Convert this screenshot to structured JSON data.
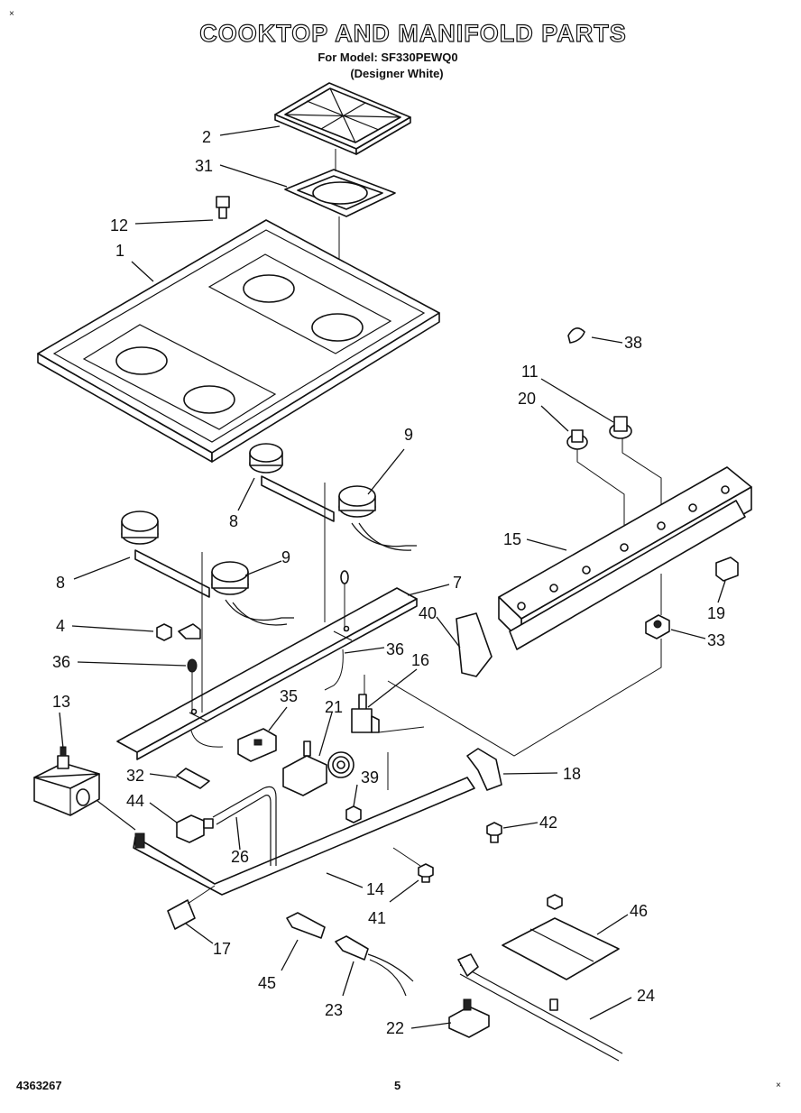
{
  "header": {
    "title": "COOKTOP AND MANIFOLD PARTS",
    "model_line": "For Model: SF330PEWQ0",
    "variant_line": "(Designer White)"
  },
  "footer": {
    "doc_number": "4363267",
    "page_number": "5"
  },
  "corner_marks": {
    "top_left": "×",
    "bottom_right": "×"
  },
  "callouts": [
    "1",
    "2",
    "31",
    "12",
    "38",
    "11",
    "20",
    "9",
    "8",
    "15",
    "19",
    "8",
    "9",
    "7",
    "4",
    "40",
    "33",
    "36",
    "36",
    "16",
    "13",
    "35",
    "21",
    "18",
    "32",
    "39",
    "44",
    "26",
    "42",
    "14",
    "41",
    "17",
    "46",
    "45",
    "24",
    "23",
    "22"
  ]
}
